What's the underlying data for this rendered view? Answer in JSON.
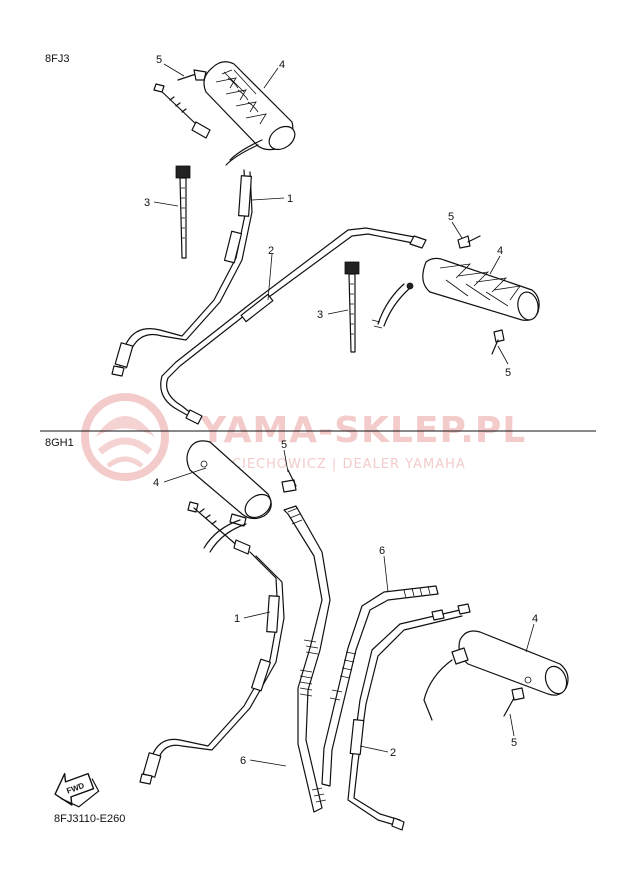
{
  "sections": [
    {
      "code": "8FJ3"
    },
    {
      "code": "8GH1"
    }
  ],
  "watermark": {
    "main": "YAMA-SKLEP.PL",
    "sub": "WOJCIECHOWICZ | DEALER YAMAHA"
  },
  "callouts": {
    "top": [
      "5",
      "4",
      "3",
      "1",
      "2",
      "5",
      "4",
      "3",
      "5"
    ],
    "bottom": [
      "5",
      "4",
      "1",
      "6",
      "4",
      "2",
      "6",
      "5"
    ]
  },
  "fwd_label": "FWD",
  "diagram_code": "8FJ3110-E260",
  "watermark_color": "#e05555"
}
